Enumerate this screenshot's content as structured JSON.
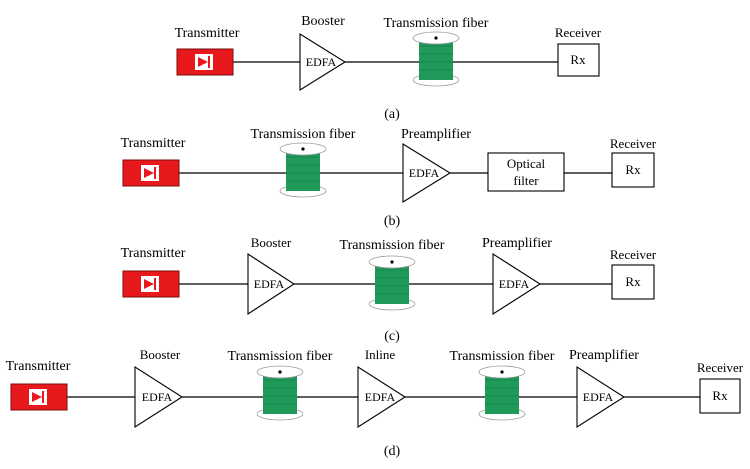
{
  "colors": {
    "transmitter": "#e8191d",
    "fiber": "#1f9a5a",
    "line": "#000000"
  },
  "icons": {
    "transmitter": "laser-diode-icon",
    "fiber": "fiber-spool-icon",
    "amplifier": "amplifier-triangle-icon"
  },
  "a": {
    "transmitter": "Transmitter",
    "booster": "Booster",
    "booster_edfa": "EDFA",
    "fiber": "Transmission fiber",
    "receiver": "Receiver",
    "rx": "Rx",
    "caption": "(a)"
  },
  "b": {
    "transmitter": "Transmitter",
    "fiber": "Transmission fiber",
    "preamp": "Preamplifier",
    "preamp_edfa": "EDFA",
    "filter_l1": "Optical",
    "filter_l2": "filter",
    "receiver": "Receiver",
    "rx": "Rx",
    "caption": "(b)"
  },
  "c": {
    "transmitter": "Transmitter",
    "booster": "Booster",
    "booster_edfa": "EDFA",
    "fiber": "Transmission fiber",
    "preamp": "Preamplifier",
    "preamp_edfa": "EDFA",
    "receiver": "Receiver",
    "rx": "Rx",
    "caption": "(c)"
  },
  "d": {
    "transmitter": "Transmitter",
    "booster": "Booster",
    "booster_edfa": "EDFA",
    "fiber1": "Transmission fiber",
    "inline": "Inline",
    "inline_edfa": "EDFA",
    "fiber2": "Transmission fiber",
    "preamp": "Preamplifier",
    "preamp_edfa": "EDFA",
    "receiver": "Receiver",
    "rx": "Rx",
    "caption": "(d)"
  }
}
